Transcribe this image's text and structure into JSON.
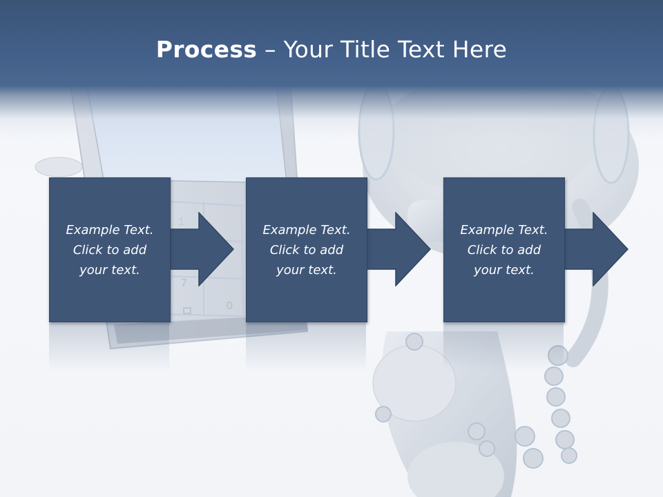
{
  "slide": {
    "title_bold": "Process",
    "title_rest": " – Your Title Text Here",
    "steps": [
      {
        "text": "Example Text.\nClick  to add\nyour text."
      },
      {
        "text": "Example Text.\nClick  to add\nyour text."
      },
      {
        "text": "Example Text.\nClick  to add\nyour text."
      }
    ],
    "background": {
      "phone_keypad_digits": [
        "1",
        "7",
        "0"
      ]
    }
  },
  "colors": {
    "title_band": "#43608a",
    "step_fill": "#3f5677",
    "step_border": "#2f4460",
    "text": "#ffffff"
  }
}
